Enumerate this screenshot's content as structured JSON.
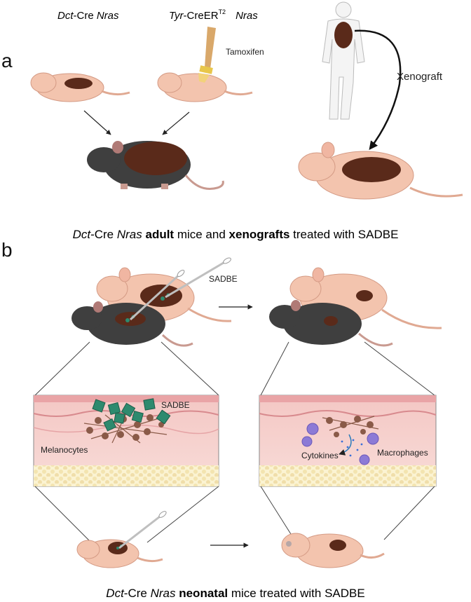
{
  "panel_a": {
    "letter": "a",
    "label_dct": {
      "gene": "Dct",
      "rest": "-Cre ",
      "nras": "Nras"
    },
    "label_tyr": {
      "gene": "Tyr",
      "rest": "-CreER",
      "sup": "T2",
      "nras": "Nras"
    },
    "tamoxifen": "Tamoxifen",
    "xenograft": "Xenograft",
    "caption": {
      "p1": "Dct",
      "p2": "-Cre ",
      "p3": "Nras",
      "p4": " ",
      "p5": "adult",
      "p6": " mice and ",
      "p7": "xenografts",
      "p8": " treated with SADBE"
    }
  },
  "panel_b": {
    "letter": "b",
    "sadbe_top": "SADBE",
    "sadbe_skin": "SADBE",
    "melanocytes": "Melanocytes",
    "cytokines": "Cytokines",
    "macrophages": "Macrophages",
    "caption": {
      "p1": "Dct",
      "p2": "-Cre ",
      "p3": "Nras",
      "p4": " ",
      "p5": "neonatal",
      "p6": " mice treated with SADBE"
    }
  },
  "colors": {
    "pink_mouse": "#f3c4ae",
    "pink_outline": "#d49a84",
    "dark_mouse": "#3f3f3f",
    "lesion": "#5a2a1a",
    "brush": "#d9a86a",
    "sadbe": "#2e8a6e",
    "macrophage": "#8c7ad6",
    "melanocyte": "#8a5a48"
  }
}
